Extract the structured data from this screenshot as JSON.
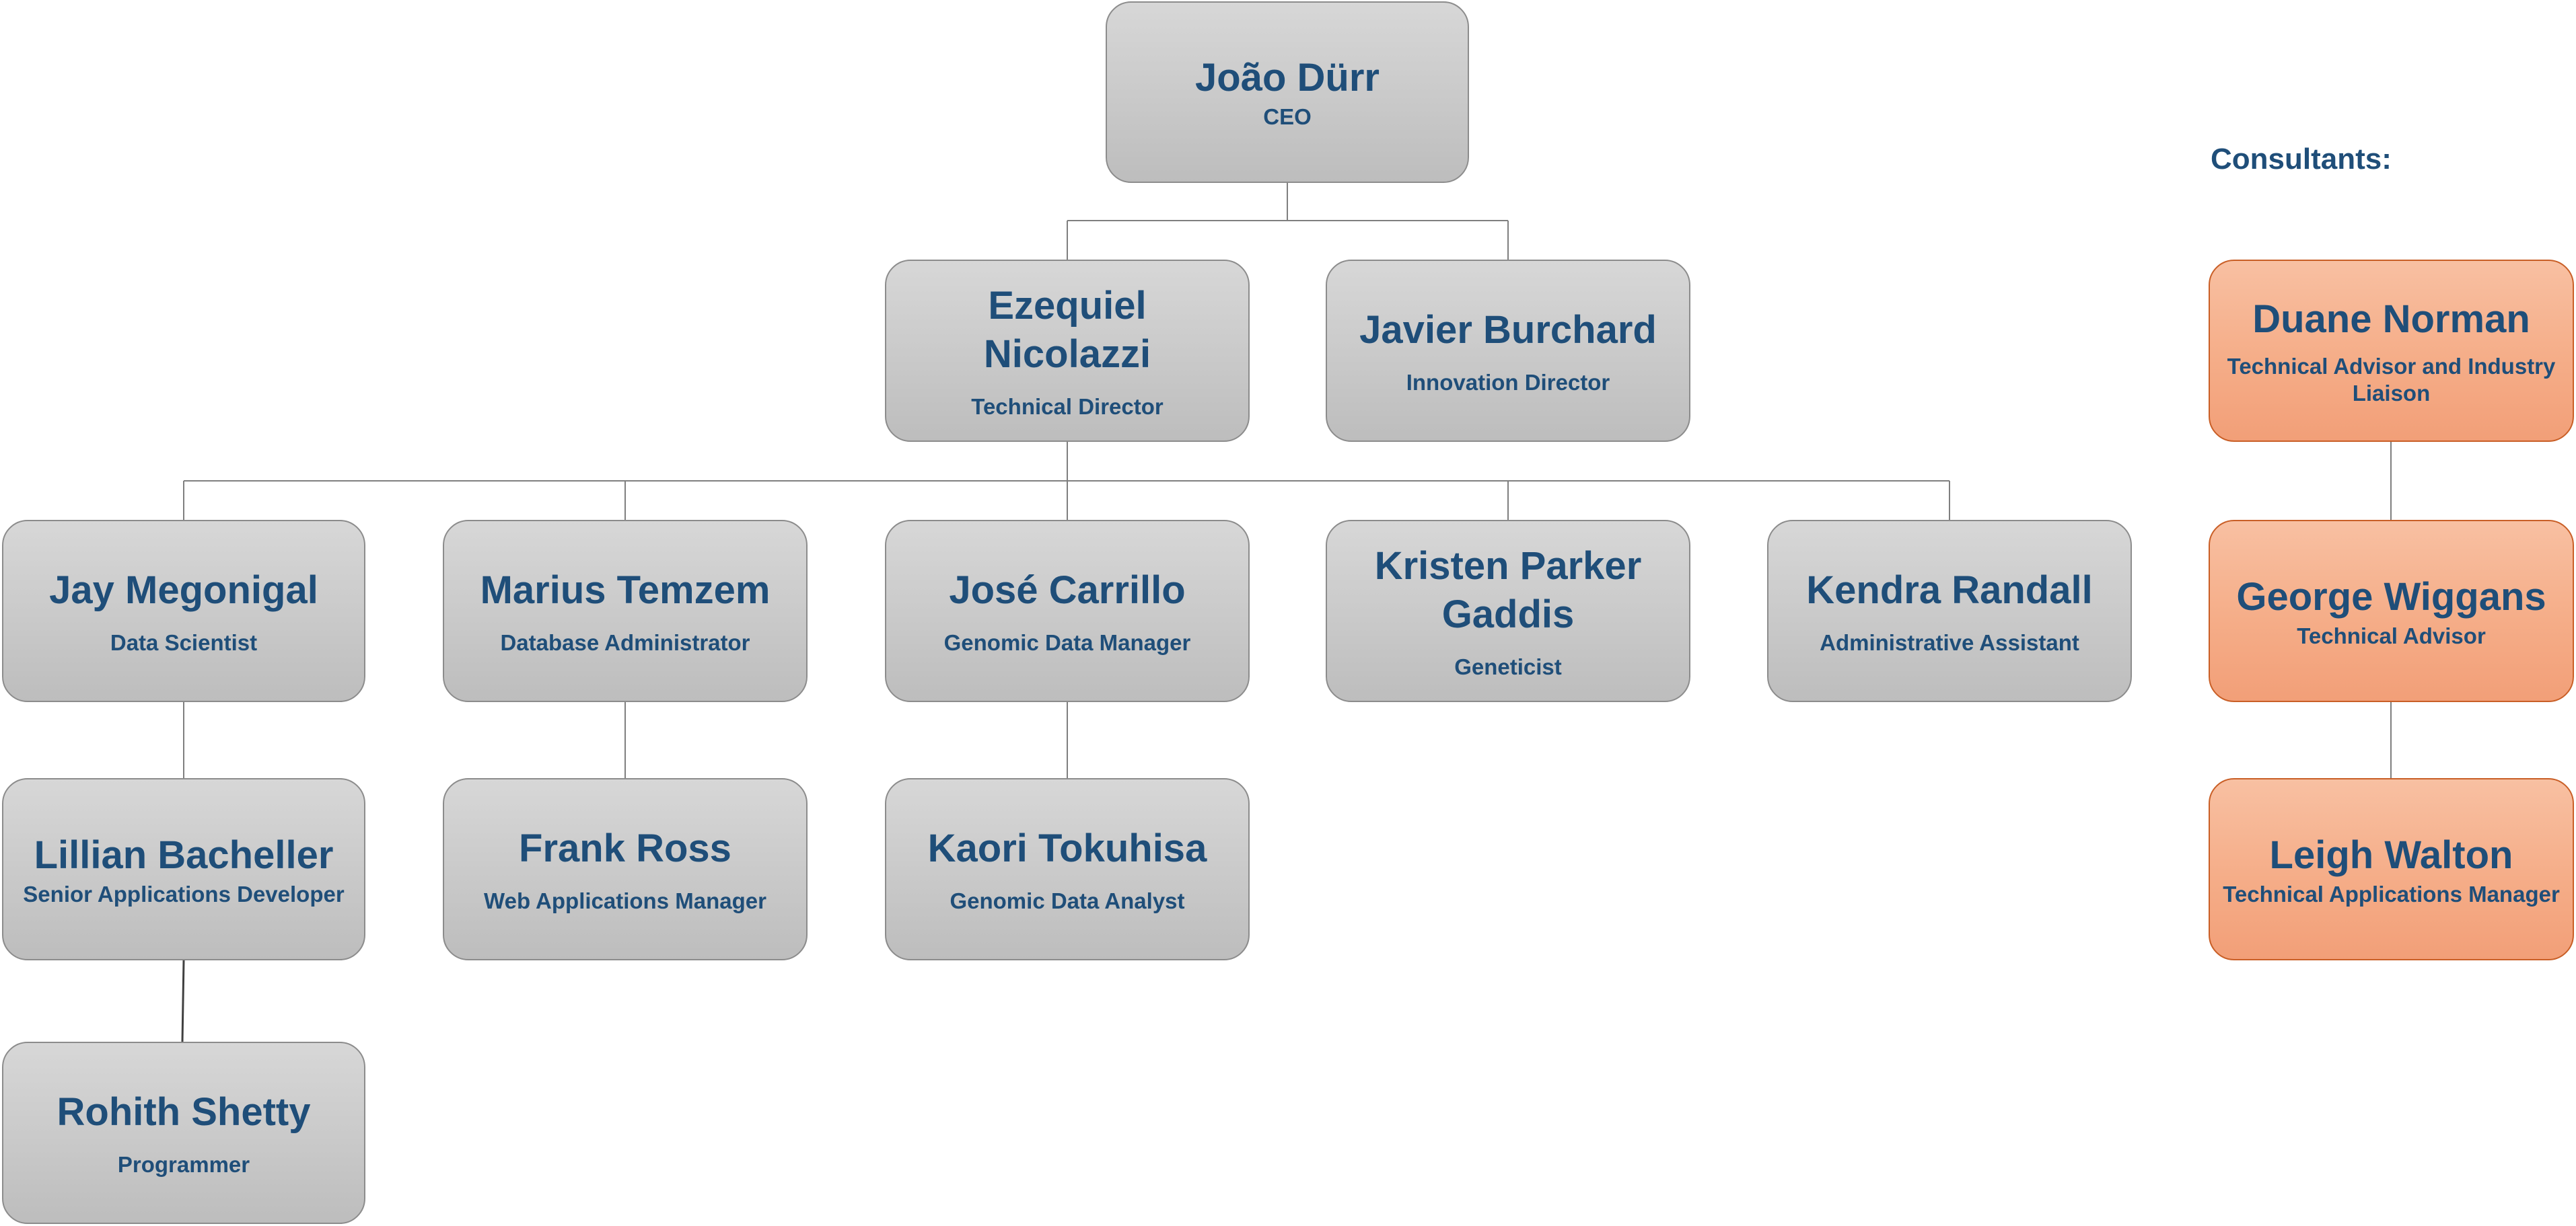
{
  "consultants_heading": "Consultants:",
  "colors": {
    "text": "#1f4e79",
    "staff_fill": "#c9c9c9",
    "staff_border": "#8c8c8c",
    "consultant_fill": "#f5ad88",
    "consultant_border": "#c95f27",
    "connector": "#7f7f7f"
  },
  "staff": {
    "ceo": {
      "name": "João Dürr",
      "title": "CEO"
    },
    "technical_director": {
      "name": "Ezequiel Nicolazzi",
      "title": "Technical Director"
    },
    "innovation_director": {
      "name": "Javier Burchard",
      "title": "Innovation Director"
    },
    "data_scientist": {
      "name": "Jay Megonigal",
      "title": "Data Scientist"
    },
    "database_administrator": {
      "name": "Marius Temzem",
      "title": "Database Administrator"
    },
    "genomic_data_manager": {
      "name": "José Carrillo",
      "title": "Genomic Data Manager"
    },
    "geneticist": {
      "name": "Kristen Parker Gaddis",
      "title": "Geneticist"
    },
    "administrative_assistant": {
      "name": "Kendra Randall",
      "title": "Administrative Assistant"
    },
    "senior_applications_developer": {
      "name": "Lillian Bacheller",
      "title": "Senior Applications Developer"
    },
    "web_applications_manager": {
      "name": "Frank Ross",
      "title": "Web Applications Manager"
    },
    "genomic_data_analyst": {
      "name": "Kaori Tokuhisa",
      "title": "Genomic Data Analyst"
    },
    "programmer": {
      "name": "Rohith Shetty",
      "title": "Programmer"
    }
  },
  "consultants": {
    "industry_liaison": {
      "name": "Duane Norman",
      "title": "Technical Advisor and Industry Liaison"
    },
    "technical_advisor": {
      "name": "George Wiggans",
      "title": "Technical Advisor"
    },
    "technical_applications_manager": {
      "name": "Leigh Walton",
      "title": "Technical Applications Manager"
    }
  }
}
